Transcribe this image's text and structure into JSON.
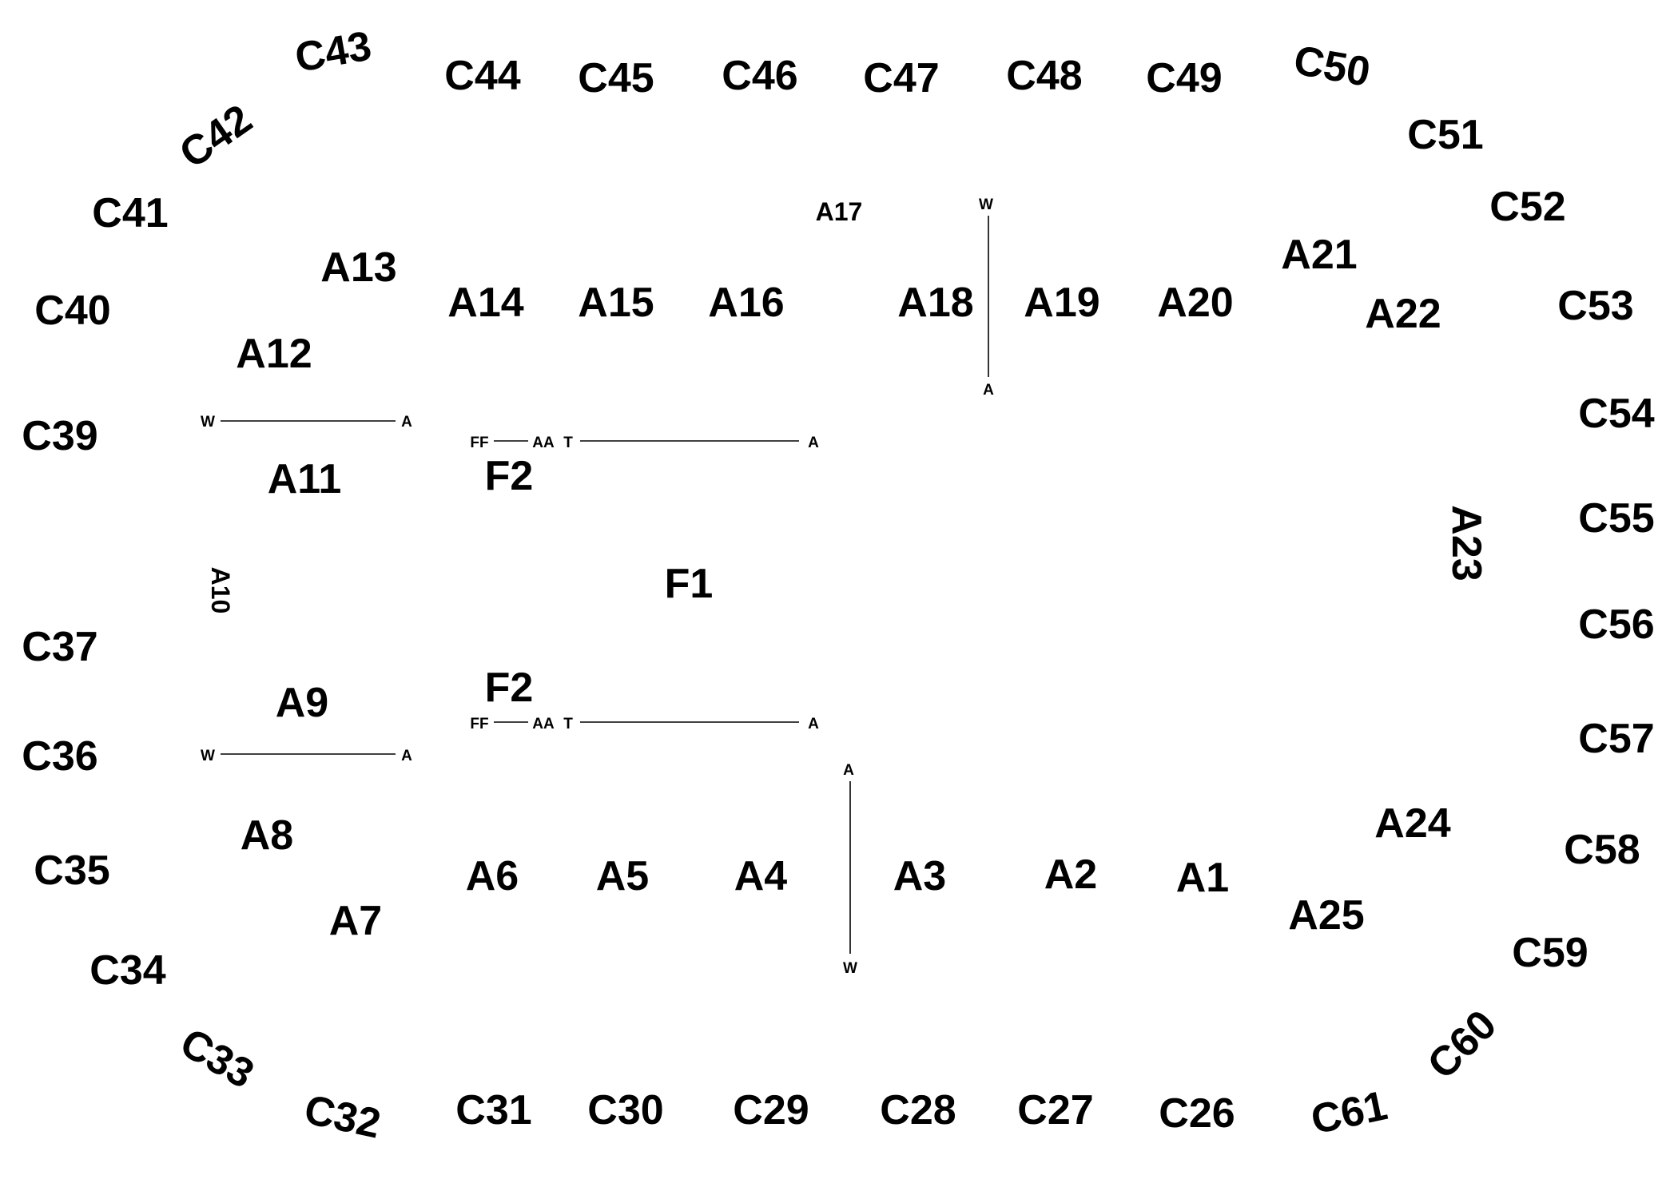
{
  "colors": {
    "ink": "#000000",
    "background": "#ffffff"
  },
  "circle_labels": {
    "c26": "C26",
    "c27": "C27",
    "c28": "C28",
    "c29": "C29",
    "c30": "C30",
    "c31": "C31",
    "c32": "C32",
    "c33": "C33",
    "c34": "C34",
    "c35": "C35",
    "c36": "C36",
    "c37": "C37",
    "c39": "C39",
    "c40": "C40",
    "c41": "C41",
    "c42": "C42",
    "c43": "C43",
    "c44": "C44",
    "c45": "C45",
    "c46": "C46",
    "c47": "C47",
    "c48": "C48",
    "c49": "C49",
    "c50": "C50",
    "c51": "C51",
    "c52": "C52",
    "c53": "C53",
    "c54": "C54",
    "c55": "C55",
    "c56": "C56",
    "c57": "C57",
    "c58": "C58",
    "c59": "C59",
    "c60": "C60",
    "c61": "C61"
  },
  "area_labels": {
    "a1": "A1",
    "a2": "A2",
    "a3": "A3",
    "a4": "A4",
    "a5": "A5",
    "a6": "A6",
    "a7": "A7",
    "a8": "A8",
    "a9": "A9",
    "a10": "A10",
    "a11": "A11",
    "a12": "A12",
    "a13": "A13",
    "a14": "A14",
    "a15": "A15",
    "a16": "A16",
    "a17": "A17",
    "a18": "A18",
    "a19": "A19",
    "a20": "A20",
    "a21": "A21",
    "a22": "A22",
    "a23": "A23",
    "a24": "A24",
    "a25": "A25"
  },
  "field_labels": {
    "f1": "F1",
    "f2_top": "F2",
    "f2_bottom": "F2"
  },
  "marker_labels": {
    "w": "W",
    "a": "A",
    "ff": "FF",
    "aa": "AA",
    "t": "T"
  }
}
